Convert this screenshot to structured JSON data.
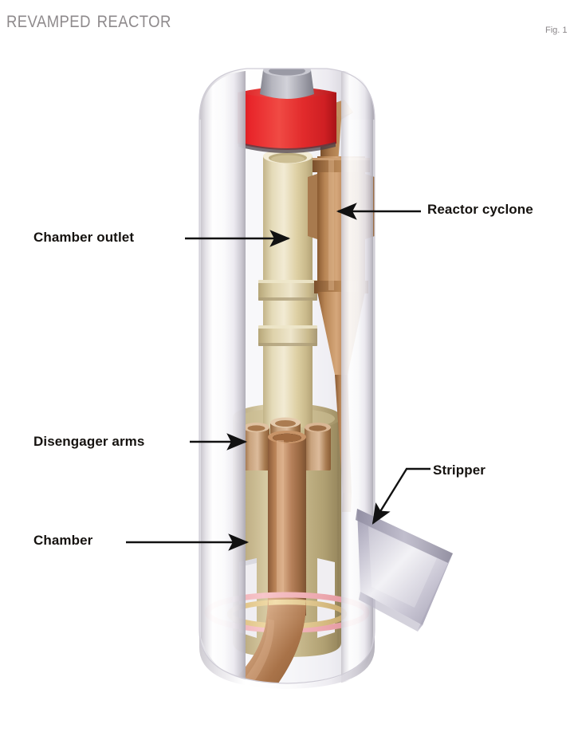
{
  "header": {
    "title": "Revamped reactor",
    "figure_number": "Fig. 1"
  },
  "labels": {
    "chamber_outlet": "Chamber outlet",
    "disengager_arms": "Disengager arms",
    "chamber": "Chamber",
    "reactor_cyclone": "Reactor cyclone",
    "stripper": "Stripper"
  },
  "colors": {
    "title_gray": "#8e8a8c",
    "label_black": "#15120f",
    "vessel_shell_light": "#ffffff",
    "vessel_shell_shadow": "#b9b6bd",
    "red_band": "#e8252a",
    "red_band_dark": "#b81a1f",
    "top_nozzle_gray": "#a6a6b0",
    "outlet_pipe_beige": "#ded0a9",
    "outlet_pipe_light": "#f0e8cf",
    "cyclone_brown": "#a9713f",
    "cyclone_light": "#cfa079",
    "chamber_khaki": "#bdad80",
    "chamber_khaki_light": "#d8cca6",
    "riser_copper": "#b07a52",
    "riser_copper_light": "#d8a887",
    "stripper_lavender": "#b8b5c6",
    "stripper_lavender_light": "#e6e4ec",
    "distributor_ring_pink": "#f0b8bc",
    "distributor_ring_tan": "#e8cf9c"
  },
  "diagram": {
    "type": "technical-cutaway-illustration",
    "subject": "FCC reactor vessel internal cutaway",
    "components": [
      {
        "name": "top-nozzle",
        "description": "gray nozzle stub at vessel crown"
      },
      {
        "name": "red-band",
        "description": "red cylindrical band / head section"
      },
      {
        "name": "vessel-shell",
        "description": "white-gray outer pressure vessel"
      },
      {
        "name": "chamber-outlet",
        "description": "beige vertical outlet pipe with two collar rings"
      },
      {
        "name": "reactor-cyclone",
        "description": "brown cyclone with angled inlet and tapered cone plus dipleg"
      },
      {
        "name": "disengager-arms",
        "description": "copper arm stubs at top of chamber"
      },
      {
        "name": "chamber",
        "description": "khaki cylindrical chamber with slotted windows"
      },
      {
        "name": "riser",
        "description": "copper riser pipe rising through chamber and bending out at base"
      },
      {
        "name": "stripper",
        "description": "lavender-gray angled duct on lower right"
      },
      {
        "name": "distributor-ring",
        "description": "pink and tan rings encircling base of riser"
      }
    ],
    "leader_lines": [
      {
        "label": "Chamber outlet",
        "direction": "right",
        "target": "chamber-outlet"
      },
      {
        "label": "Disengager arms",
        "direction": "right",
        "target": "disengager-arms"
      },
      {
        "label": "Chamber",
        "direction": "right",
        "target": "chamber"
      },
      {
        "label": "Reactor cyclone",
        "direction": "left",
        "target": "reactor-cyclone"
      },
      {
        "label": "Stripper",
        "direction": "down-left-bent",
        "target": "stripper"
      }
    ]
  }
}
